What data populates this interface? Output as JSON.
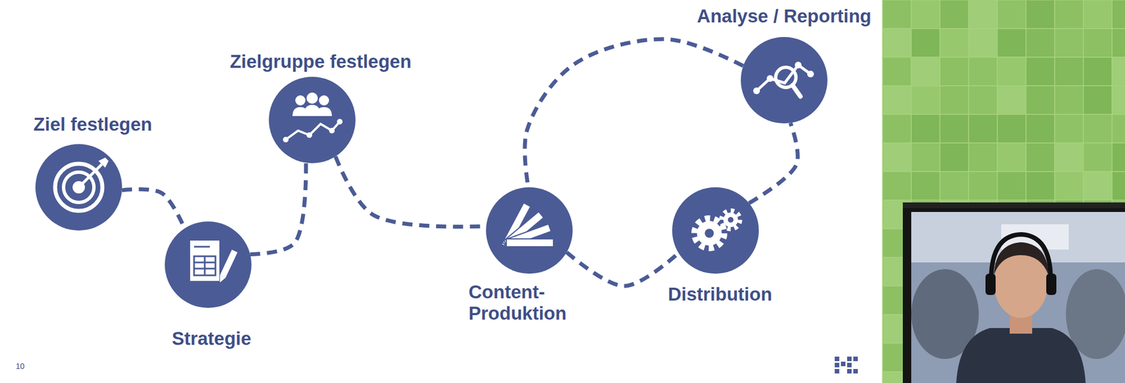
{
  "diagram": {
    "nodes": [
      {
        "text": [
          "Ziel festlegen"
        ]
      },
      {
        "text": [
          "Strategie"
        ]
      },
      {
        "text": [
          "Zielgruppe festlegen"
        ]
      },
      {
        "text": [
          "Content- Produktion"
        ]
      },
      {
        "text": [
          "Distribution"
        ]
      },
      {
        "text": [
          "Analyse / Reporting"
        ]
      }
    ],
    "edges": [
      {
        "from": 0,
        "to": 1,
        "arrow": "none"
      },
      {
        "from": 1,
        "to": 2,
        "arrow": "none"
      },
      {
        "from": 2,
        "to": 3,
        "arrow": "none"
      },
      {
        "from": 3,
        "to": 4,
        "arrow": "none"
      },
      {
        "from": 4,
        "to": 5,
        "arrow": "none"
      },
      {
        "from": 5,
        "to": 3,
        "arrow": "none"
      }
    ],
    "labels": [
      "10"
    ]
  }
}
